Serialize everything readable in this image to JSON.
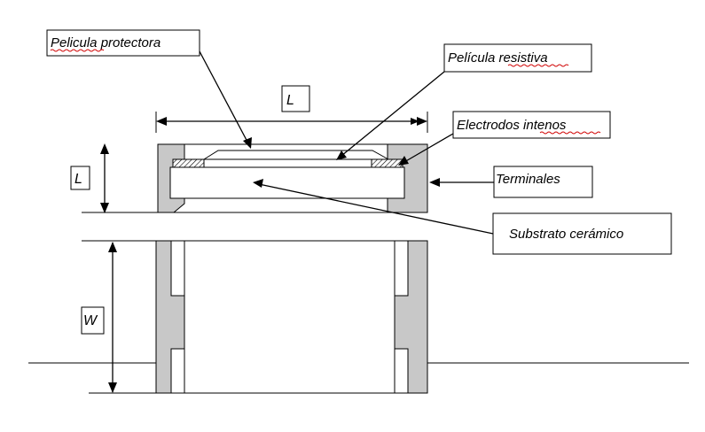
{
  "labels": {
    "protective_film": "Pelicula protectora",
    "resistive_film": "Película resistiva",
    "internal_electrodes": "Electrodos intenos",
    "terminals": "Terminales",
    "ceramic_substrate": "Substrato cerámico"
  },
  "dimensions": {
    "length_top": "L",
    "height_side": "L",
    "width_side": "W"
  },
  "colors": {
    "terminal_fill": "#c8c8c8",
    "spellcheck_underline": "#d00000"
  }
}
